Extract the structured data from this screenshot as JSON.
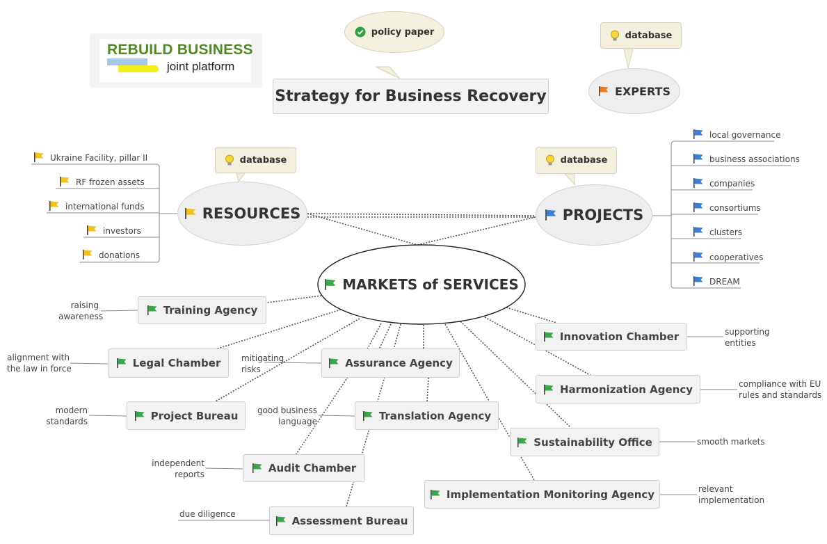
{
  "logo": {
    "title": "REBUILD BUSINESS",
    "subtitle": "joint platform"
  },
  "title": "Strategy for Business Recovery",
  "policy_note": "policy paper",
  "experts": {
    "label": "EXPERTS",
    "note": "database"
  },
  "resources": {
    "label": "RESOURCES",
    "note": "database",
    "items": [
      "Ukraine Facility, pillar II",
      "RF frozen assets",
      "international funds",
      "investors",
      "donations"
    ]
  },
  "projects": {
    "label": "PROJECTS",
    "note": "database",
    "items": [
      "local governance",
      "business associations",
      "companies",
      "consortiums",
      "clusters",
      "cooperatives",
      "DREAM"
    ]
  },
  "center": "MARKETS of SERVICES",
  "agencies": {
    "training": {
      "label": "Training Agency",
      "note": [
        "raising",
        "awareness"
      ]
    },
    "legal": {
      "label": "Legal Chamber",
      "note": [
        "alignment with",
        "the law in force"
      ]
    },
    "project_bureau": {
      "label": "Project Bureau",
      "note": [
        "modern",
        "standards"
      ]
    },
    "assurance": {
      "label": "Assurance Agency",
      "note": [
        "mitigating",
        "risks"
      ]
    },
    "translation": {
      "label": "Translation Agency",
      "note": [
        "good business",
        "language"
      ]
    },
    "audit": {
      "label": "Audit Chamber",
      "note": [
        "independent",
        "reports"
      ]
    },
    "assessment": {
      "label": "Assessment Bureau",
      "note": [
        "due diligence"
      ]
    },
    "innovation": {
      "label": "Innovation Chamber",
      "note": [
        "supporting",
        "entities"
      ]
    },
    "harmonization": {
      "label": "Harmonization Agency",
      "note": [
        "compliance with EU",
        "rules and standards"
      ]
    },
    "sustainability": {
      "label": "Sustainability Office",
      "note": [
        "smooth markets"
      ]
    },
    "monitoring": {
      "label": "Implementation Monitoring Agency",
      "note": [
        "relevant",
        "implementation"
      ]
    }
  },
  "icons": {
    "check": "check-circle-icon",
    "bulb": "lightbulb-icon",
    "flag": "flag-icon"
  },
  "colors": {
    "flag_green": "#3aa84a",
    "flag_yellow": "#f2c11c",
    "flag_blue": "#3d7fd6",
    "flag_orange": "#f07a1a",
    "logo_green": "#4f8a1f"
  }
}
